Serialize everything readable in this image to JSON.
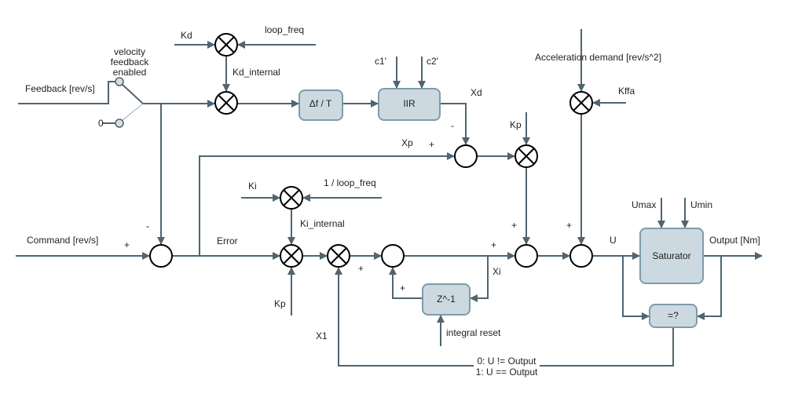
{
  "colors": {
    "line": "#4f6570",
    "block_fill": "#cdd9e0",
    "block_stroke": "#7f9baa"
  },
  "labels": {
    "kd": "Kd",
    "loop_freq": "loop_freq",
    "kd_internal": "Kd_internal",
    "velocity_fb_1": "velocity",
    "velocity_fb_2": "feedback",
    "velocity_fb_3": "enabled",
    "feedback": "Feedback [rev/s]",
    "zero": "0",
    "c1": "c1'",
    "c2": "c2'",
    "xd": "Xd",
    "minus_xd": "-",
    "xp": "Xp",
    "plus_xp": "+",
    "kp_top": "Kp",
    "acc_demand": "Acceleration demand [rev/s^2]",
    "kffa": "Kffa",
    "ki": "Ki",
    "inv_loop_freq": "1 / loop_freq",
    "ki_internal": "Ki_internal",
    "command": "Command [rev/s]",
    "plus_cmd": "+",
    "minus_fb": "-",
    "error": "Error",
    "kp_bottom": "Kp",
    "x1": "X1",
    "plus_mul": "+",
    "plus_z": "+",
    "plus_xi": "+",
    "xi": "Xi",
    "plus_p": "+",
    "plus_acc": "+",
    "integral_reset": "integral reset",
    "u": "U",
    "umax": "Umax",
    "umin": "Umin",
    "output": "Output [Nm]",
    "cond_0": "0: U != Output",
    "cond_1": "1: U == Output"
  },
  "blocks": {
    "diff": "Δf / T",
    "iir": "IIR",
    "delay": "Z^-1",
    "saturator": "Saturator",
    "compare": "=?"
  }
}
